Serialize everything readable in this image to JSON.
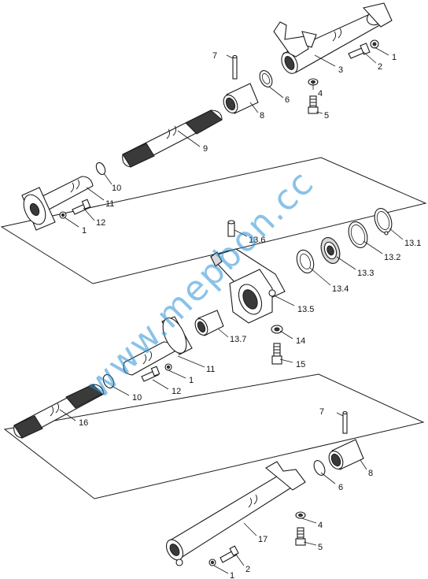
{
  "callouts": {
    "top": {
      "n1": "1",
      "n2": "2",
      "n3": "3",
      "n4": "4",
      "n5": "5",
      "n6": "6",
      "n7": "7",
      "n8": "8",
      "n9": "9",
      "n10": "10",
      "n11": "11",
      "n12": "12",
      "n1b": "1"
    },
    "middle": {
      "n13_1": "13.1",
      "n13_2": "13.2",
      "n13_3": "13.3",
      "n13_4": "13.4",
      "n13_5": "13.5",
      "n13_6": "13.6",
      "n13_7": "13.7",
      "n14": "14",
      "n15": "15",
      "n11": "11",
      "n1": "1",
      "n12": "12",
      "n10": "10",
      "n16": "16"
    },
    "bottom": {
      "n7": "7",
      "n8": "8",
      "n6": "6",
      "n4": "4",
      "n5": "5",
      "n17": "17",
      "n1": "1",
      "n2": "2"
    }
  },
  "watermark": "www.mepbon.cc"
}
